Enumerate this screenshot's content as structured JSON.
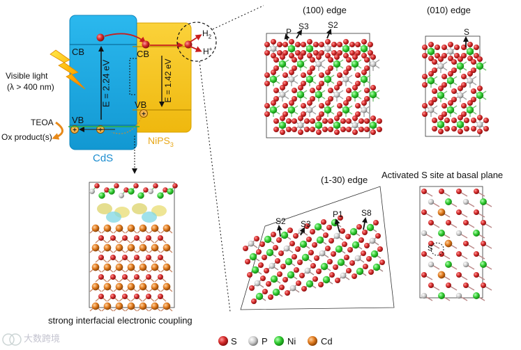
{
  "band_diagram": {
    "cb_left": "CB",
    "vb_left": "VB",
    "cb_right": "CB",
    "vb_right": "VB",
    "gap_cds": "E = 2.24 eV",
    "gap_nips3": "E = 1.42 eV",
    "cds_label": "CdS",
    "nips3_label": "NiPS",
    "nips3_sub": "3",
    "h2": "H",
    "h2_sub": "2",
    "hplus": "H",
    "hplus_sup": "+",
    "visible_light_1": "Visible light",
    "visible_light_2": "(λ > 400 nm)",
    "teoa": "TEOA",
    "ox_product": "Ox product(s)",
    "cds_color": "#19a9e1",
    "nips3_color": "#f5c318"
  },
  "panels": {
    "edge_100": "(100) edge",
    "edge_010": "(010) edge",
    "edge_130": "(1-30) edge",
    "activated": "Activated S site at basal plane",
    "coupling": "strong interfacial electronic coupling"
  },
  "site_labels": {
    "p": "P",
    "s3": "S3",
    "s2": "S2",
    "s": "S",
    "s2b": "S2",
    "s3b": "S3",
    "p1": "P1",
    "s8": "S8",
    "s_basal": "S"
  },
  "legend": {
    "items": [
      {
        "label": "S",
        "color": "#d42a2a"
      },
      {
        "label": "P",
        "color": "#c9c9c9"
      },
      {
        "label": "Ni",
        "color": "#33cc33"
      },
      {
        "label": "Cd",
        "color": "#e07a1e"
      }
    ]
  },
  "watermark": "大数跨境"
}
